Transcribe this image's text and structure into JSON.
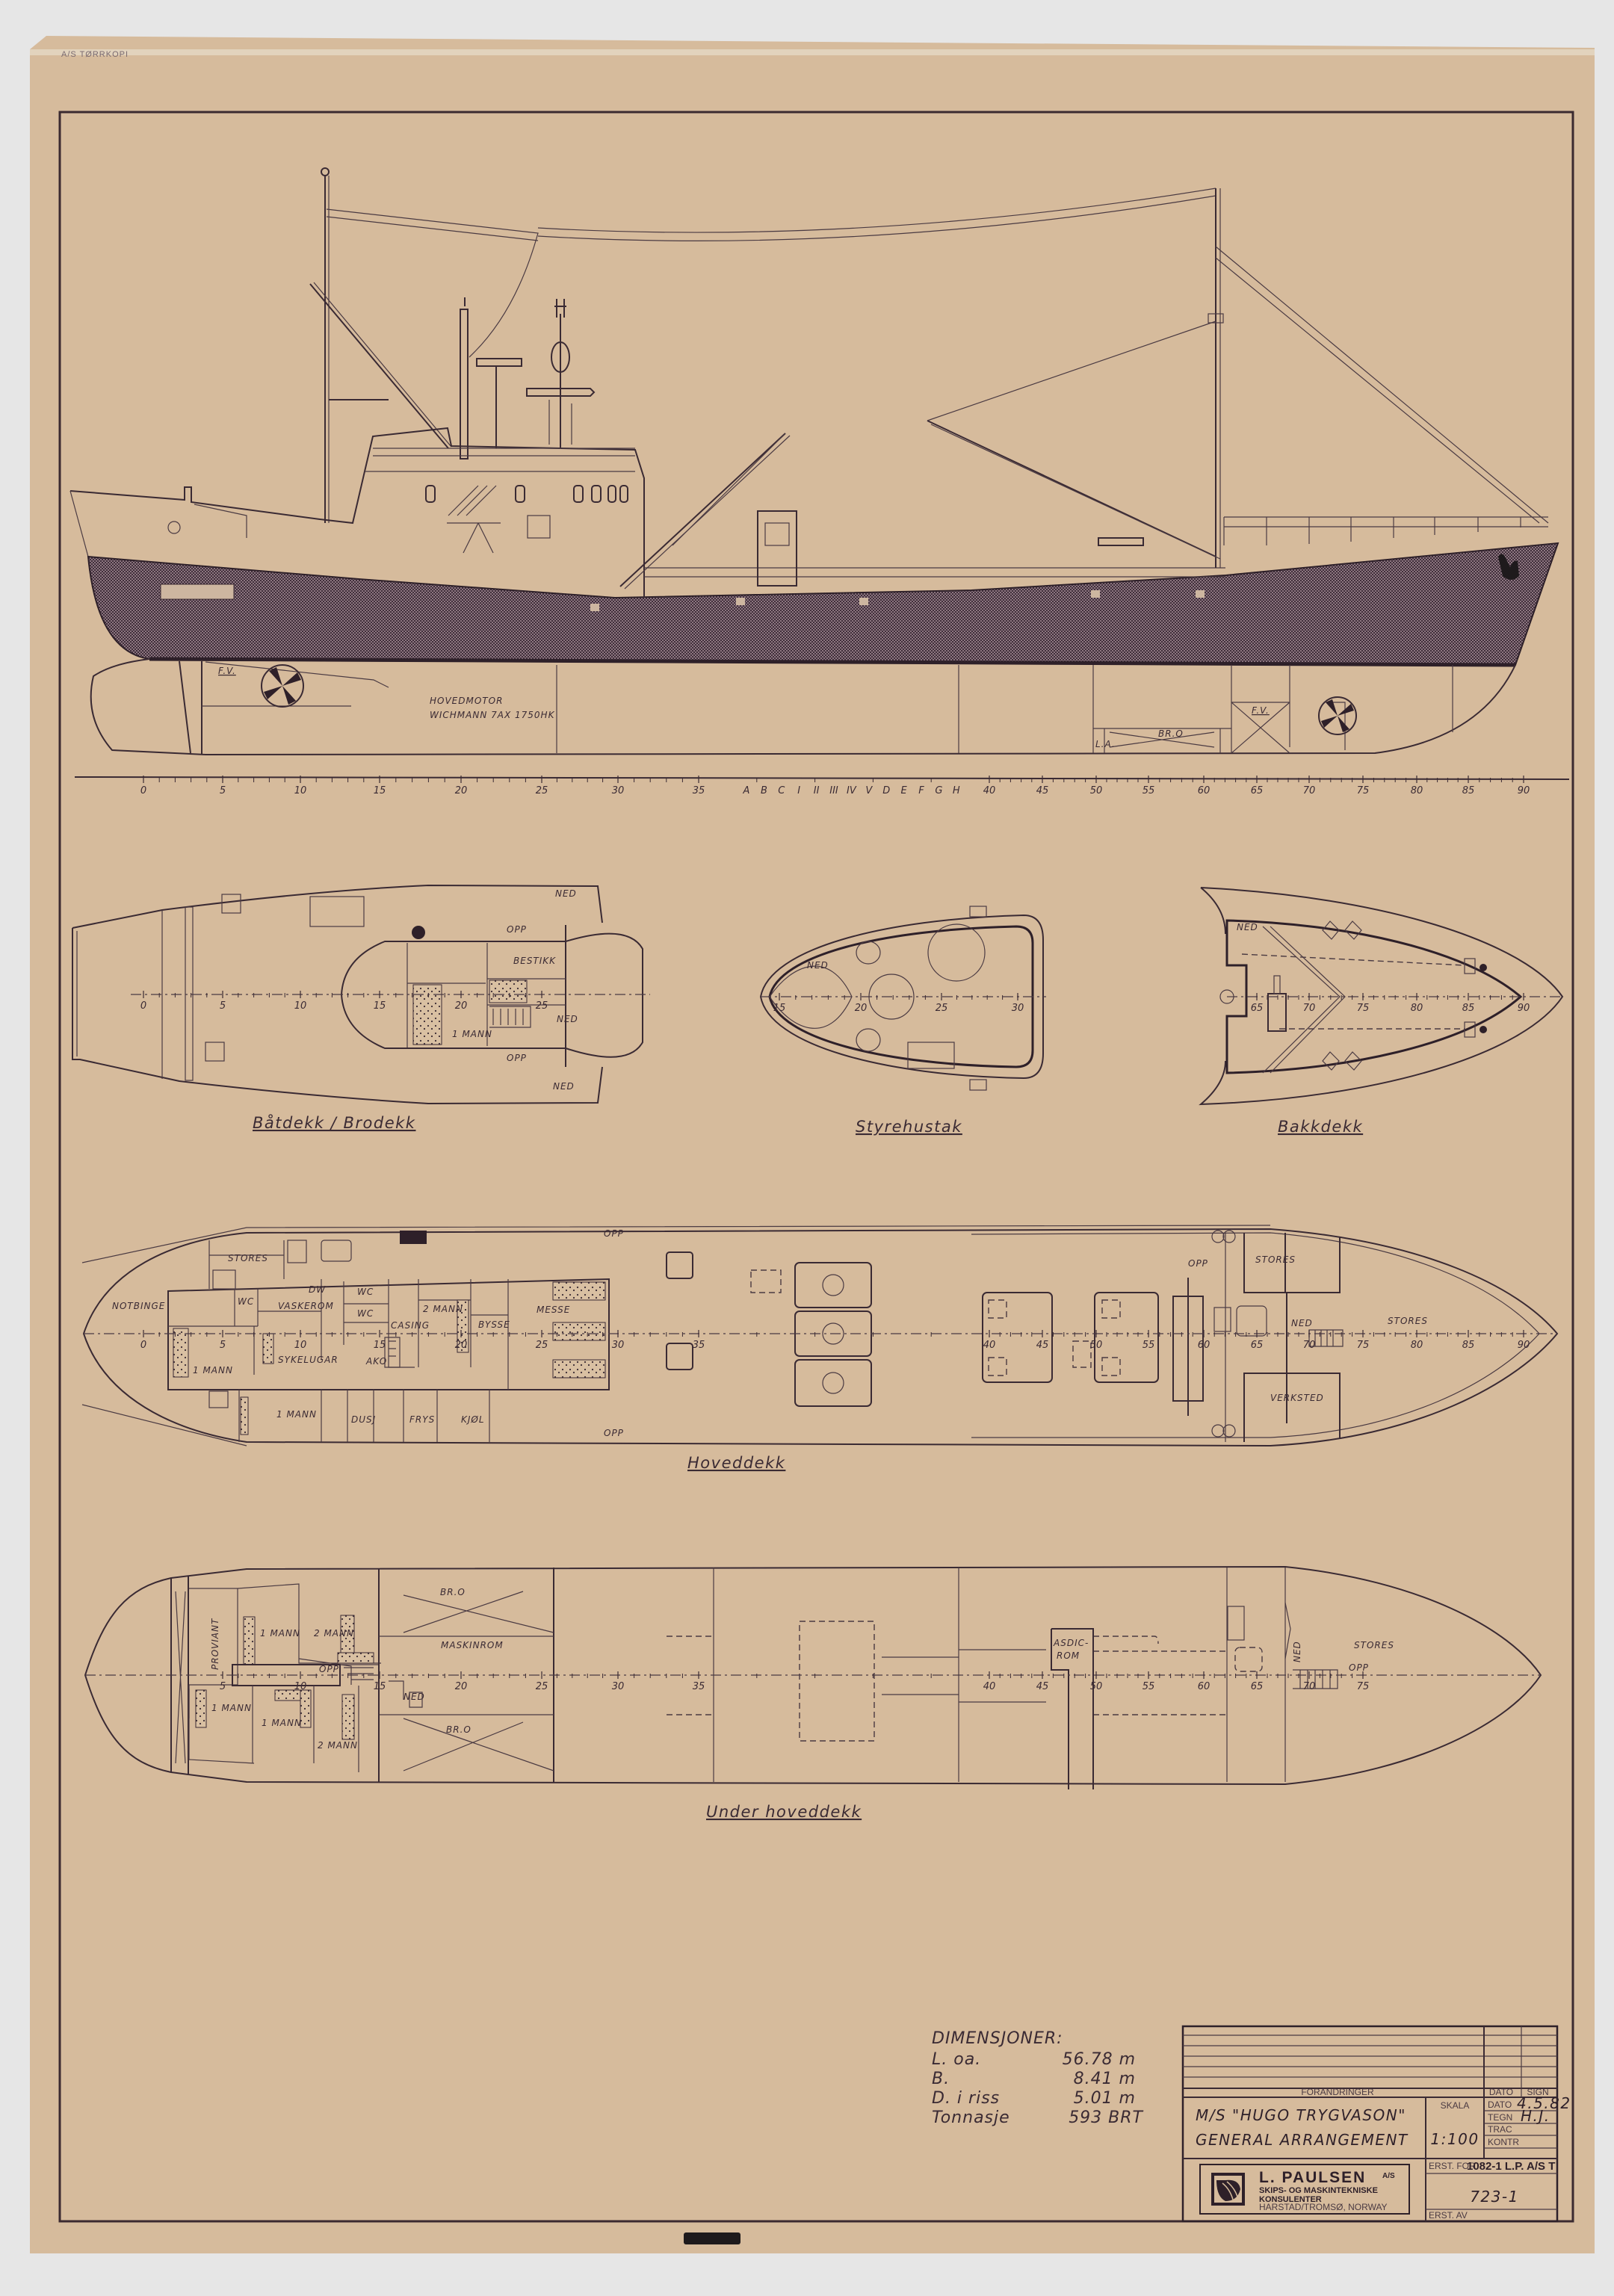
{
  "stamp": "A/S TØRRKOPI",
  "profile": {
    "engine_title": "HOVEDMOTOR",
    "engine_spec": "WICHMANN 7AX 1750HK",
    "tank_fv_aft": "F.V.",
    "tank_fv_fwd": "F.V.",
    "tank_bro": "BR.O",
    "tank_la": "L.A."
  },
  "frame_ruler": {
    "numbers": [
      "0",
      "5",
      "10",
      "15",
      "20",
      "25",
      "30",
      "35",
      "40",
      "45",
      "50",
      "55",
      "60",
      "65",
      "70",
      "75",
      "80",
      "85",
      "90"
    ],
    "letters": [
      "A",
      "B",
      "C",
      "I",
      "II",
      "III",
      "IV",
      "V",
      "D",
      "E",
      "F",
      "G",
      "H"
    ]
  },
  "views": {
    "bridge_deck": {
      "title": "Båtdekk / Brodekk",
      "frames": [
        "0",
        "5",
        "10",
        "15",
        "20",
        "25"
      ],
      "labels": {
        "bestikk": "BESTIKK",
        "one_man": "1 MANN",
        "opp": "OPP",
        "ned": "NED"
      }
    },
    "wheelhouse_top": {
      "title": "Styrehustak",
      "frames": [
        "15",
        "20",
        "25",
        "30"
      ],
      "labels": {
        "ned": "NED"
      }
    },
    "forecastle_deck": {
      "title": "Bakkdekk",
      "frames": [
        "65",
        "70",
        "75",
        "80",
        "85",
        "90"
      ],
      "labels": {
        "ned": "NED"
      }
    },
    "main_deck": {
      "title": "Hoveddekk",
      "frames": [
        "0",
        "5",
        "10",
        "15",
        "20",
        "25",
        "30",
        "35",
        "40",
        "45",
        "50",
        "55",
        "60",
        "65",
        "70",
        "75",
        "80",
        "85",
        "90"
      ],
      "labels": {
        "notbinge": "NOTBINGE",
        "stores": "STORES",
        "wc": "WC",
        "vaskerom": "VASKEROM",
        "sykelugar": "SYKELUGAR",
        "one_man": "1 MANN",
        "two_man": "2 MANN",
        "casing": "CASING",
        "bysse": "BYSSE",
        "messe": "MESSE",
        "dusj": "DUSJ",
        "frys": "FRYS",
        "kjol": "KJØL",
        "opp": "OPP",
        "ned": "NED",
        "verksted": "VERKSTED",
        "dw": "DW",
        "ako": "AKO"
      }
    },
    "below_main_deck": {
      "title": "Under hoveddekk",
      "frames": [
        "5",
        "10",
        "15",
        "20",
        "25",
        "30",
        "35",
        "40",
        "45",
        "50",
        "55",
        "60",
        "65",
        "70",
        "75"
      ],
      "labels": {
        "proviant": "PROVIANT",
        "one_man": "1 MANN",
        "two_man": "2 MANN",
        "bro": "BR.O",
        "maskinrom": "MASKINROM",
        "asdic_rom_1": "ASDIC-",
        "asdic_rom_2": "ROM",
        "stores": "STORES",
        "opp": "OPP",
        "ned": "NED"
      }
    }
  },
  "dimensions": {
    "title": "DIMENSJONER:",
    "rows": [
      {
        "label": "L. oa.",
        "value": "56.78 m"
      },
      {
        "label": "B.",
        "value": "8.41 m"
      },
      {
        "label": "D. i riss",
        "value": "5.01 m"
      },
      {
        "label": "Tonnasje",
        "value": "593 BRT"
      }
    ]
  },
  "title_block": {
    "changes_header": "FORANDRINGER",
    "date_header": "DATO",
    "sign_header": "SIGN",
    "vessel": "M/S \"HUGO TRYGVASON\"",
    "drawing_title": "GENERAL ARRANGEMENT",
    "scale_label": "SKALA",
    "scale_value": "1:100",
    "date_label": "DATO",
    "date_value": "4.5.82",
    "drawn_label": "TEGN",
    "drawn_value": "H.J.",
    "traced_label": "TRAC",
    "checked_label": "KONTR",
    "replaces_label": "ERST. FOR",
    "replaces_value": "1082-1 L.P. A/S T",
    "drawing_number": "723-1",
    "replaced_by_label": "ERST. AV",
    "firm_name": "L. PAULSEN",
    "firm_suffix": "A/S",
    "firm_line1": "SKIPS- OG MASKINTEKNISKE",
    "firm_line2": "KONSULENTER",
    "firm_address": "HARSTAD/TROMSØ, NORWAY"
  },
  "colors": {
    "paper": "#d6bb9c",
    "ink": "#3a2a33",
    "background": "#e6e6e6"
  }
}
